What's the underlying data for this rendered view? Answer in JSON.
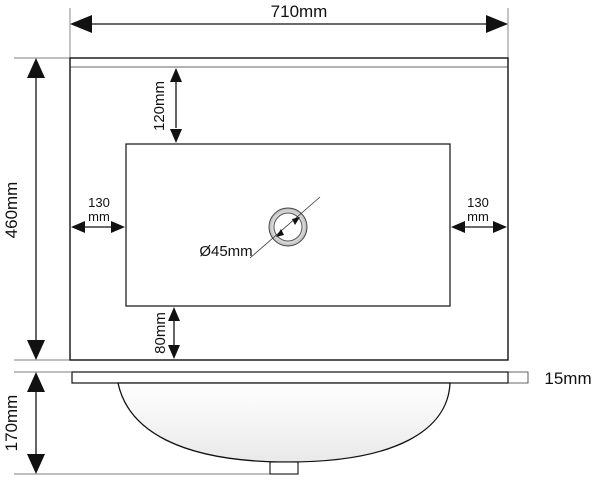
{
  "drawing": {
    "dimensions": {
      "width_total": "710mm",
      "height_total": "460mm",
      "top_margin": "120mm",
      "bottom_margin": "80mm",
      "left_margin_line1": "130",
      "left_margin_line2": "mm",
      "right_margin_line1": "130",
      "right_margin_line2": "mm",
      "drain_diameter": "Ø45mm",
      "countertop_thickness": "15mm",
      "basin_depth": "170mm"
    }
  }
}
